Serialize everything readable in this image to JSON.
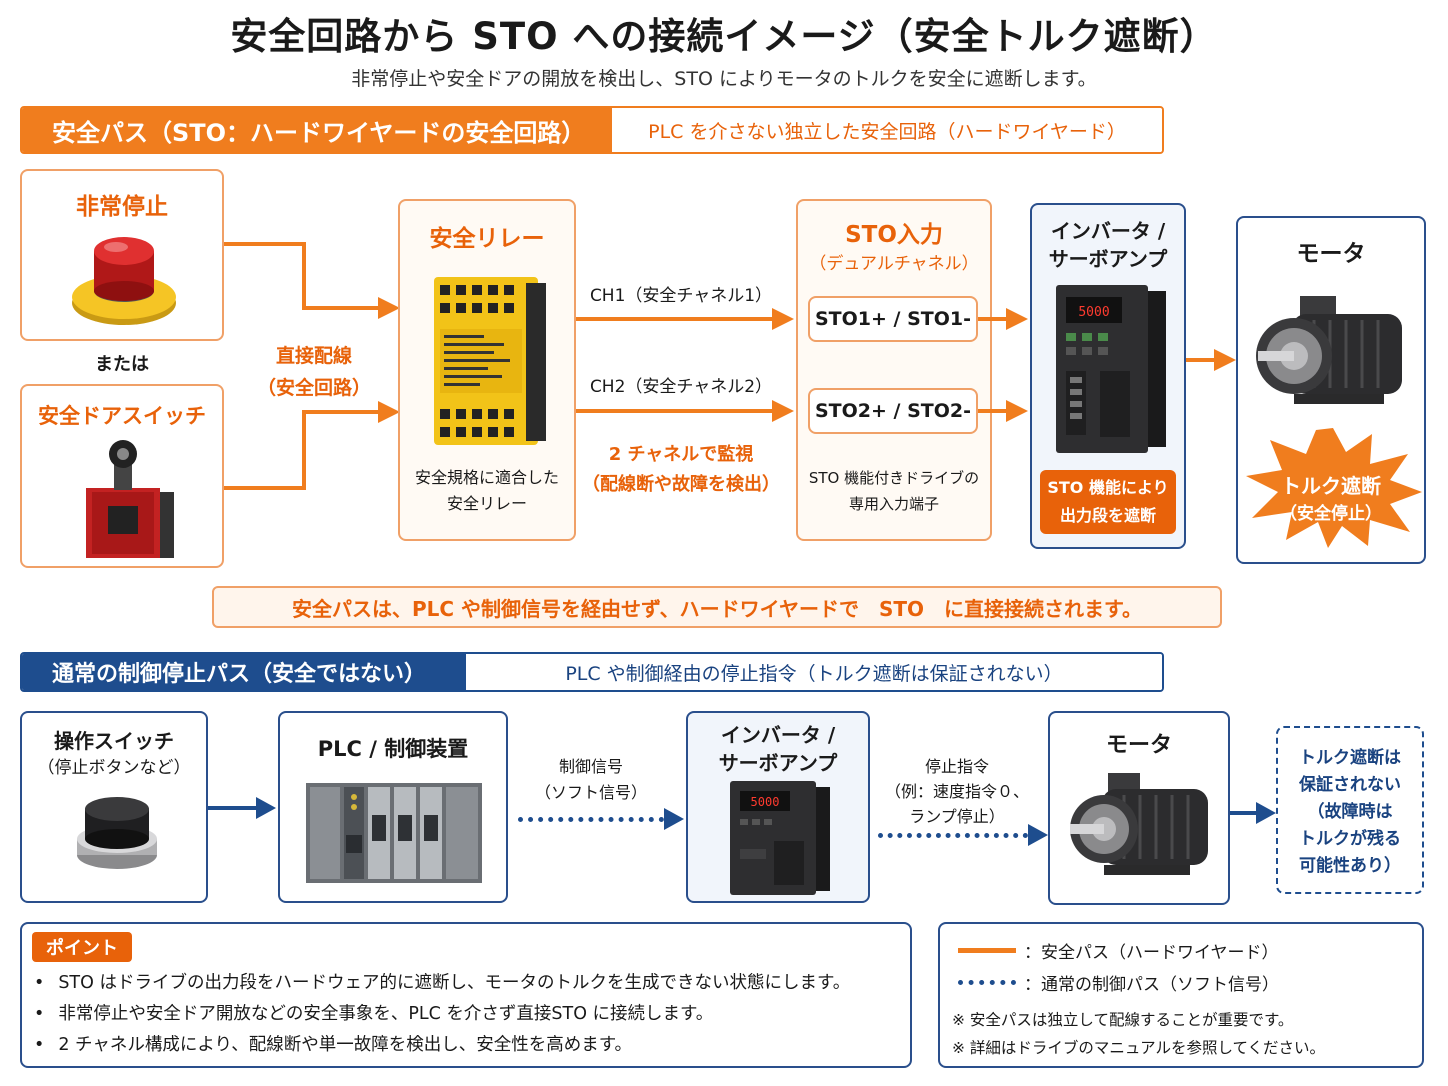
{
  "header": {
    "title": "安全回路から STO への接続イメージ（安全トルク遮断）",
    "subtitle": "非常停止や安全ドアの開放を検出し、STO によりモータのトルクを安全に遮断します。"
  },
  "safe_section": {
    "label": "安全パス（STO：ハードワイヤードの安全回路）",
    "description": "PLC を介さない独立した安全回路（ハードワイヤード）",
    "estop": {
      "title": "非常停止"
    },
    "or_text": "または",
    "door_switch": {
      "title": "安全ドアスイッチ"
    },
    "direct_wiring": [
      "直接配線",
      "（安全回路）"
    ],
    "relay": {
      "title": "安全リレー",
      "caption": [
        "安全規格に適合した",
        "安全リレー"
      ]
    },
    "ch1": "CH1（安全チャネル1）",
    "ch2": "CH2（安全チャネル2）",
    "monitor": [
      "2 チャネルで監視",
      "（配線断や故障を検出）"
    ],
    "sto_input": {
      "title": "STO入力",
      "subtitle": "（デュアルチャネル）",
      "terminal1": "STO1+ / STO1-",
      "terminal2": "STO2+ / STO2-",
      "caption": [
        "STO 機能付きドライブの",
        "専用入力端子"
      ]
    },
    "inverter": {
      "title": [
        "インバータ /",
        "サーボアンプ"
      ],
      "display": "5000",
      "badge": [
        "STO 機能により",
        "出力段を遮断"
      ]
    },
    "motor": {
      "title": "モータ",
      "burst": [
        "トルク遮断",
        "（安全停止）"
      ]
    },
    "note": "安全パスは、PLC や制御信号を経由せず、ハードワイヤードで　STO　に直接接続されます。"
  },
  "normal_section": {
    "label": "通常の制御停止パス（安全ではない）",
    "description": "PLC や制御経由の停止指令（トルク遮断は保証されない）",
    "switch": {
      "title": "操作スイッチ",
      "subtitle": "（停止ボタンなど）"
    },
    "plc": {
      "title": "PLC / 制御装置"
    },
    "control_signal": [
      "制御信号",
      "（ソフト信号）"
    ],
    "inverter": {
      "title": [
        "インバータ /",
        "サーボアンプ"
      ],
      "display": "5000"
    },
    "stop_command": [
      "停止指令",
      "（例：速度指令０、",
      "ランプ停止）"
    ],
    "motor": {
      "title": "モータ"
    },
    "warning": [
      "トルク遮断は",
      "保証されない",
      "（故障時は",
      "トルクが残る",
      "可能性あり）"
    ]
  },
  "points": {
    "tag": "ポイント",
    "items": [
      "STO はドライブの出力段をハードウェア的に遮断し、モータのトルクを生成できない状態にします。",
      "非常停止や安全ドア開放などの安全事象を、PLC を介さず直接STO に接続します。",
      "2 チャネル構成により、配線断や単一故障を検出し、安全性を高めます。"
    ]
  },
  "legend": {
    "safe": "：安全パス（ハードワイヤード）",
    "normal": "：通常の制御パス（ソフト信号）",
    "notes": [
      "※ 安全パスは独立して配線することが重要です。",
      "※ 詳細はドライブのマニュアルを参照してください。"
    ]
  },
  "colors": {
    "safe": "#f07d1e",
    "normal": "#1e4d8e"
  }
}
